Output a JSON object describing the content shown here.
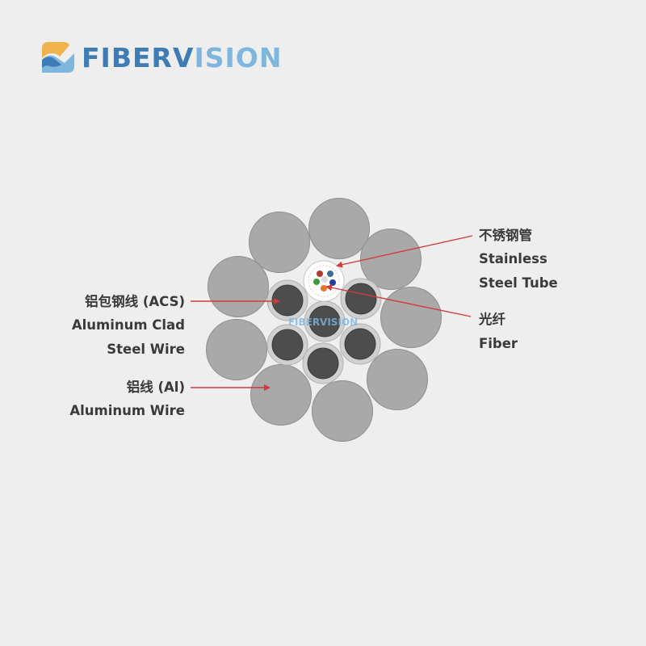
{
  "brand": {
    "name_part1": "FIBERV",
    "name_part2": "ISION",
    "watermark": "FIBERVISION",
    "color_dark": "#3f7bb4",
    "color_light": "#7fb6de",
    "color_accent": "#f0b24a"
  },
  "labels": {
    "stainless_tube_zh": "不锈钢管",
    "stainless_tube_en1": "Stainless",
    "stainless_tube_en2": "Steel Tube",
    "fiber_zh": "光纤",
    "fiber_en": "Fiber",
    "acs_zh": "铝包钢线 (ACS)",
    "acs_en1": "Aluminum Clad",
    "acs_en2": "Steel Wire",
    "al_zh": "铝线 (Al)",
    "al_en": "Aluminum Wire"
  },
  "colors": {
    "background": "#eeeeee",
    "aluminum_wire": "#a9a9a9",
    "acs_cladding": "#d0d0d0",
    "acs_core": "#4d4d4d",
    "tube": "#ffffff",
    "leader_line": "#d23a3a",
    "fiber_colors": [
      "#b03a2e",
      "#3b6e91",
      "#3c9a3c",
      "#1d3fa0",
      "#e8762b",
      "#dcdcdc"
    ]
  },
  "icons": {
    "logo_mark": "fibervision-logo-icon",
    "arrow": "red-arrow-icon"
  }
}
